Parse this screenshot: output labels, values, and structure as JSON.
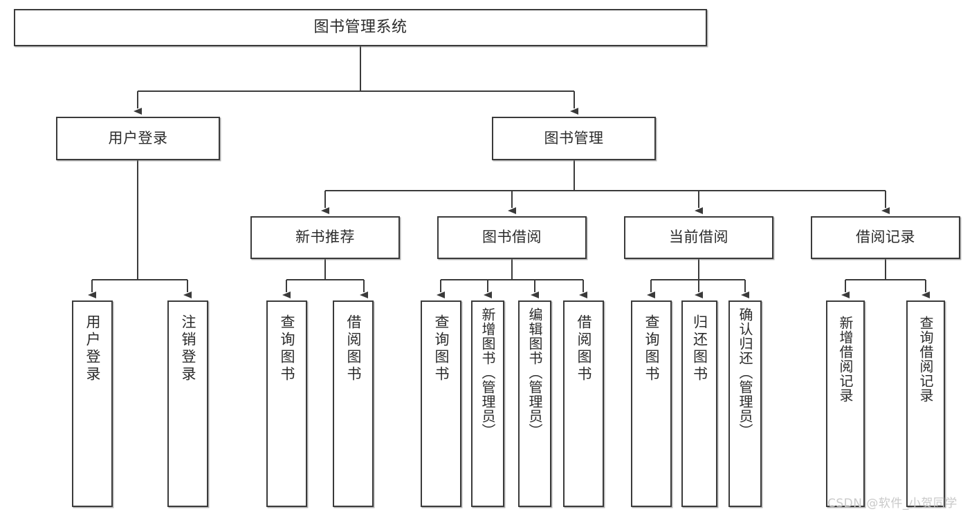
{
  "diagram": {
    "title": "图书管理系统",
    "type": "tree",
    "root": {
      "label": "图书管理系统"
    },
    "level2": [
      {
        "label": "用户登录"
      },
      {
        "label": "图书管理"
      }
    ],
    "level3": [
      {
        "label": "新书推荐"
      },
      {
        "label": "图书借阅"
      },
      {
        "label": "当前借阅"
      },
      {
        "label": "借阅记录"
      }
    ],
    "leaves": {
      "user_login": [
        {
          "label": "用户登录"
        },
        {
          "label": "注销登录"
        }
      ],
      "new_book": [
        {
          "label": "查询图书"
        },
        {
          "label": "借阅图书"
        }
      ],
      "borrow_book": [
        {
          "label": "查询图书"
        },
        {
          "label": "新增图书（管理员）"
        },
        {
          "label": "编辑图书（管理员）"
        },
        {
          "label": "借阅图书"
        }
      ],
      "current_borrow": [
        {
          "label": "查询图书"
        },
        {
          "label": "归还图书"
        },
        {
          "label": "确认归还（管理员）"
        }
      ],
      "borrow_record": [
        {
          "label": "新增借阅记录"
        },
        {
          "label": "查询借阅记录"
        }
      ]
    }
  },
  "watermark": {
    "text": "CSDN @软件_小贺同学"
  },
  "colors": {
    "border": "#3a3a3a",
    "text": "#2b2b2b",
    "background": "#ffffff",
    "watermark": "#c9c9c9"
  }
}
